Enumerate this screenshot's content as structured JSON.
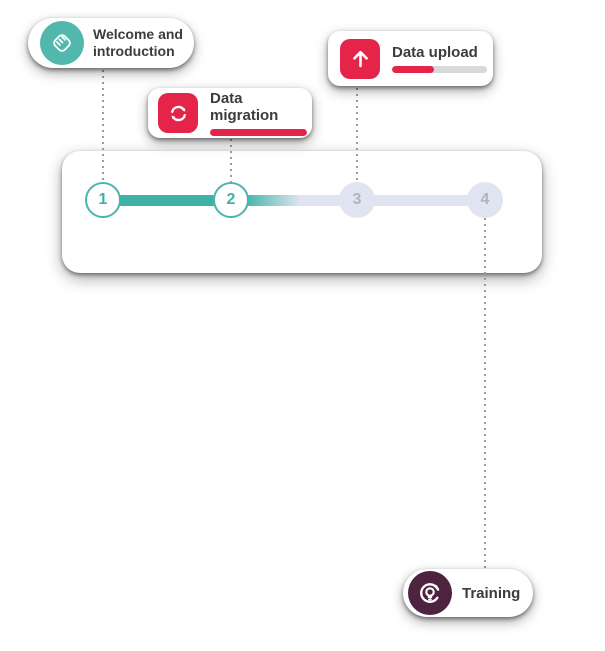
{
  "colors": {
    "teal": "#52b8ae",
    "teal_line": "#3fb2a7",
    "crimson": "#e5244a",
    "maroon": "#4e2340",
    "lavender": "#dfe4f0",
    "lavender_text": "#a9b4c9",
    "track_gray": "#d9d9d9",
    "dot_gray": "#9c9c9c",
    "text_dark": "#3c3c3b"
  },
  "cards": {
    "welcome": {
      "label": "Welcome and introduction",
      "icon": "handshake-icon"
    },
    "migration": {
      "label": "Data migration",
      "icon": "sync-icon",
      "progress_percent": 100
    },
    "upload": {
      "label": "Data upload",
      "icon": "upload-arrow-icon",
      "progress_percent": 44
    },
    "training": {
      "label": "Training",
      "icon": "lightbulb-cycle-icon"
    }
  },
  "stepper": {
    "steps": [
      {
        "number": "1",
        "state": "complete",
        "linked_card": "welcome"
      },
      {
        "number": "2",
        "state": "complete",
        "linked_card": "migration"
      },
      {
        "number": "3",
        "state": "pending",
        "linked_card": "upload"
      },
      {
        "number": "4",
        "state": "pending",
        "linked_card": "training"
      }
    ]
  }
}
